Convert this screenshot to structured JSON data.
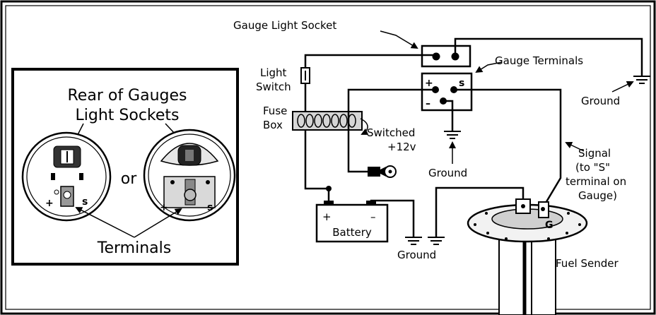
{
  "labels": {
    "gauge_light_socket": "Gauge Light Socket",
    "gauge_terminals": "Gauge Terminals",
    "light_switch_line1": "Light",
    "light_switch_line2": "Switch",
    "fuse_box_line1": "Fuse",
    "fuse_box_line2": "Box",
    "switched_line1": "Switched",
    "switched_line2": "+12v",
    "ground_top_right": "Ground",
    "ground_middle": "Ground",
    "ground_bottom": "Ground",
    "battery": "Battery",
    "battery_plus": "+",
    "battery_minus": "–",
    "signal_line1": "Signal",
    "signal_line2": "(to \"S\"",
    "signal_line3": "terminal on",
    "signal_line4": "Gauge)",
    "fuel_sender": "Fuel Sender",
    "terminal_plus": "+",
    "terminal_s": "s",
    "terminal_minus": "–"
  },
  "inset": {
    "title_line1": "Rear of Gauges",
    "title_line2": "Light Sockets",
    "or_text": "or",
    "terminals_text": "Terminals",
    "gauge1_plus": "+",
    "gauge1_s": "s",
    "gauge2_plus": "+",
    "gauge2_s": "s"
  },
  "colors": {
    "line": "#000000",
    "background": "#ffffff"
  }
}
